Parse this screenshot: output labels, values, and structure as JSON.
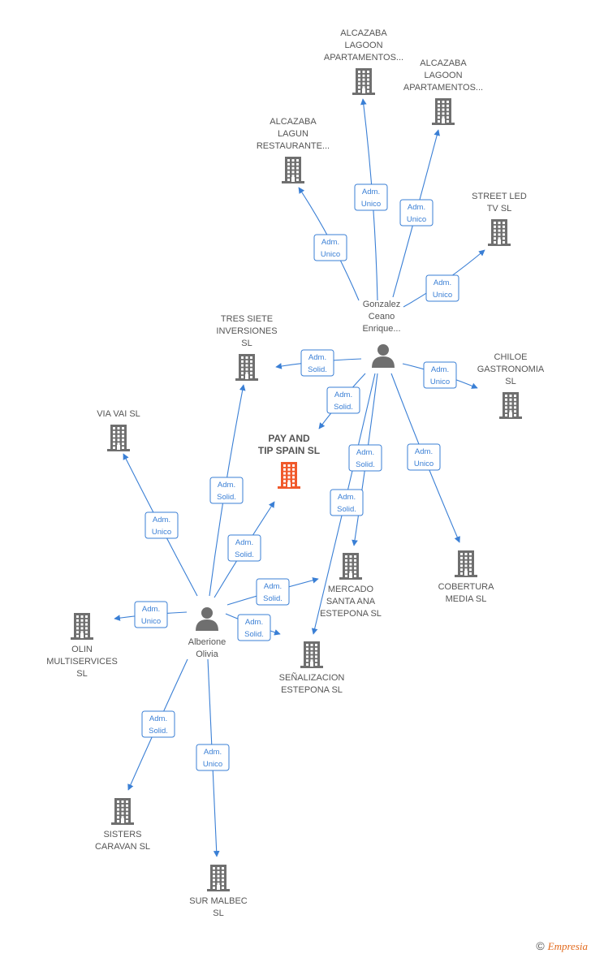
{
  "nodes": [
    {
      "id": "alcazaba-lagoon-1",
      "type": "company",
      "lines": [
        "ALCAZABA",
        "LAGOON",
        "APARTAMENTOS..."
      ]
    },
    {
      "id": "alcazaba-lagoon-2",
      "type": "company",
      "lines": [
        "ALCAZABA",
        "LAGOON",
        "APARTAMENTOS..."
      ]
    },
    {
      "id": "alcazaba-lagun",
      "type": "company",
      "lines": [
        "ALCAZABA",
        "LAGUN",
        "RESTAURANTE..."
      ]
    },
    {
      "id": "street-led",
      "type": "company",
      "lines": [
        "STREET LED",
        "TV  SL"
      ]
    },
    {
      "id": "gonzalez",
      "type": "person",
      "lines": [
        "Gonzalez",
        "Ceano",
        "Enrique..."
      ]
    },
    {
      "id": "tres-siete",
      "type": "company",
      "lines": [
        "TRES SIETE",
        "INVERSIONES",
        "SL"
      ]
    },
    {
      "id": "chiloe",
      "type": "company",
      "lines": [
        "CHILOE",
        "GASTRONOMIA",
        "SL"
      ]
    },
    {
      "id": "via-vai",
      "type": "company",
      "lines": [
        "VIA VAI SL"
      ]
    },
    {
      "id": "pay-and-tip",
      "type": "focus",
      "lines": [
        "PAY AND",
        "TIP SPAIN  SL"
      ]
    },
    {
      "id": "mercado",
      "type": "company",
      "lines": [
        "MERCADO",
        "SANTA ANA",
        "ESTEPONA  SL"
      ]
    },
    {
      "id": "cobertura",
      "type": "company",
      "lines": [
        "COBERTURA",
        "MEDIA  SL"
      ]
    },
    {
      "id": "olin",
      "type": "company",
      "lines": [
        "OLIN",
        "MULTISERVICES",
        "SL"
      ]
    },
    {
      "id": "alberione",
      "type": "person",
      "lines": [
        "Alberione",
        "Olivia"
      ]
    },
    {
      "id": "senalizacion",
      "type": "company",
      "lines": [
        "SEÑALIZACION",
        "ESTEPONA  SL"
      ]
    },
    {
      "id": "sisters",
      "type": "company",
      "lines": [
        "SISTERS",
        "CARAVAN  SL"
      ]
    },
    {
      "id": "sur-malbec",
      "type": "company",
      "lines": [
        "SUR MALBEC",
        "SL"
      ]
    }
  ],
  "edges": [
    {
      "from": "gonzalez",
      "to": "alcazaba-lagoon-1",
      "label": [
        "Adm.",
        "Unico"
      ]
    },
    {
      "from": "gonzalez",
      "to": "alcazaba-lagoon-2",
      "label": [
        "Adm.",
        "Unico"
      ]
    },
    {
      "from": "gonzalez",
      "to": "alcazaba-lagun",
      "label": [
        "Adm.",
        "Unico"
      ]
    },
    {
      "from": "gonzalez",
      "to": "street-led",
      "label": [
        "Adm.",
        "Unico"
      ]
    },
    {
      "from": "gonzalez",
      "to": "tres-siete",
      "label": [
        "Adm.",
        "Solid."
      ]
    },
    {
      "from": "gonzalez",
      "to": "chiloe",
      "label": [
        "Adm.",
        "Unico"
      ]
    },
    {
      "from": "gonzalez",
      "to": "pay-and-tip",
      "label": [
        "Adm.",
        "Solid."
      ]
    },
    {
      "from": "gonzalez",
      "to": "mercado",
      "label": [
        "Adm.",
        "Solid."
      ]
    },
    {
      "from": "gonzalez",
      "to": "cobertura",
      "label": [
        "Adm.",
        "Unico"
      ]
    },
    {
      "from": "gonzalez",
      "to": "senalizacion",
      "label": [
        "Adm.",
        "Solid."
      ]
    },
    {
      "from": "alberione",
      "to": "via-vai",
      "label": [
        "Adm.",
        "Unico"
      ]
    },
    {
      "from": "alberione",
      "to": "tres-siete",
      "label": [
        "Adm.",
        "Solid."
      ]
    },
    {
      "from": "alberione",
      "to": "pay-and-tip",
      "label": [
        "Adm.",
        "Solid."
      ]
    },
    {
      "from": "alberione",
      "to": "mercado",
      "label": [
        "Adm.",
        "Solid."
      ]
    },
    {
      "from": "alberione",
      "to": "olin",
      "label": [
        "Adm.",
        "Unico"
      ]
    },
    {
      "from": "alberione",
      "to": "senalizacion",
      "label": [
        "Adm.",
        "Solid."
      ]
    },
    {
      "from": "alberione",
      "to": "sisters",
      "label": [
        "Adm.",
        "Solid."
      ]
    },
    {
      "from": "alberione",
      "to": "sur-malbec",
      "label": [
        "Adm.",
        "Unico"
      ]
    }
  ],
  "colors": {
    "edge": "#3a7fd5",
    "company": "#6f6f6f",
    "focus": "#f0592b",
    "person": "#6f6f6f",
    "label": "#555555"
  },
  "footer": {
    "symbol": "©",
    "brand": "Empresia"
  }
}
